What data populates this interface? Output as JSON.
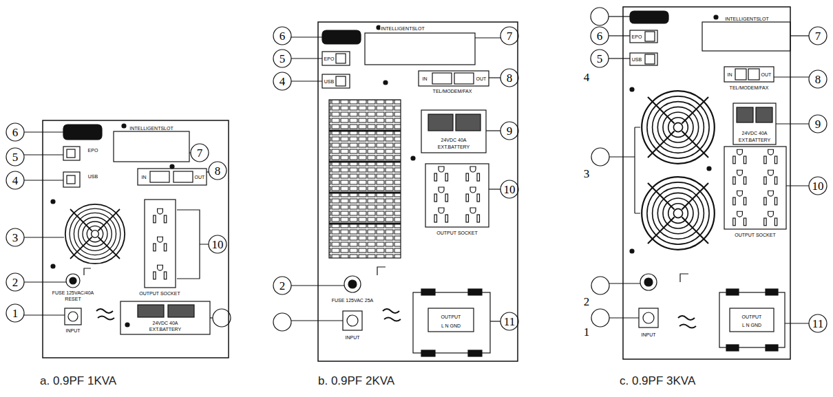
{
  "diagram": {
    "labels": [
      "6",
      "5",
      "4",
      "3",
      "2",
      "1",
      "7",
      "8",
      "10",
      "INTELLIGENTSLOT",
      "EPO",
      "USB",
      "IN",
      "OUT",
      "OUTPUT SOCKET",
      "FUSE 125VAC/40A",
      "RESET",
      "INPUT",
      "24VDC 40A",
      "EXT.BATTERY",
      "6",
      "5",
      "4",
      "7",
      "8",
      "9",
      "10",
      "2",
      "11",
      "INTELLIGENTSLOT",
      "EPO",
      "USB",
      "IN",
      "OUT",
      "TEL/MODEM/FAX",
      "24VDC 40A",
      "EXT.BATTERY",
      "OUTPUT SOCKET",
      "FUSE 125VAC 25A",
      "INPUT",
      "OUTPUT",
      "L N GND",
      "6",
      "5",
      "4",
      "3",
      "2",
      "1",
      "7",
      "8",
      "9",
      "10",
      "11",
      "INTELLIGENTSLOT",
      "EPO",
      "USB",
      "IN",
      "OUT",
      "TEL/MODEM/FAX",
      "24VDC 40A",
      "EXT.BATTERY",
      "OUTPUT SOCKET",
      "INPUT",
      "OUTPUT",
      "L N GND",
      "a. 0.9PF 1KVA",
      "b. 0.9PF 2KVA",
      "c. 0.9PF 3KVA"
    ]
  }
}
